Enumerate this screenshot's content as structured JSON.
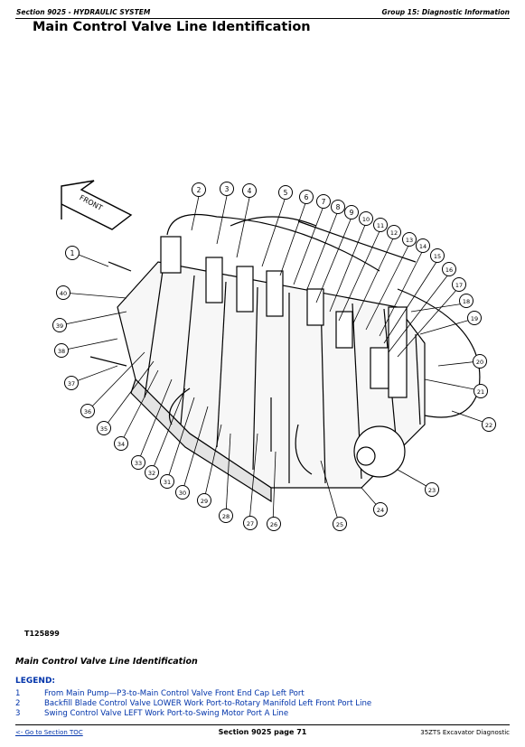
{
  "header": {
    "section": "Section 9025 - HYDRAULIC SYSTEM",
    "group": "Group 15: Diagnostic Information"
  },
  "page_title": "Main Control Valve Line Identification",
  "diagram": {
    "front_label": "FRONT",
    "callouts": [
      "1",
      "2",
      "3",
      "4",
      "5",
      "6",
      "7",
      "8",
      "9",
      "10",
      "11",
      "12",
      "13",
      "14",
      "15",
      "16",
      "17",
      "18",
      "19",
      "20",
      "21",
      "22",
      "23",
      "24",
      "25",
      "26",
      "27",
      "28",
      "29",
      "30",
      "31",
      "32",
      "33",
      "34",
      "35",
      "36",
      "37",
      "38",
      "39",
      "40"
    ],
    "figure_id": "T125899"
  },
  "caption": "Main Control Valve Line Identification",
  "legend": {
    "title": "LEGEND:",
    "items": [
      {
        "num": "1",
        "text": "From Main Pump—P3-to-Main Control Valve Front End Cap Left Port"
      },
      {
        "num": "2",
        "text": "Backfill Blade Control Valve LOWER Work Port-to-Rotary Manifold Left Front Port Line"
      },
      {
        "num": "3",
        "text": "Swing Control Valve LEFT Work Port-to-Swing Motor Port A Line"
      }
    ]
  },
  "footer": {
    "toc_link": "<- Go to Section TOC",
    "page": "Section 9025 page 71",
    "model": "35ZTS Excavator Diagnostic"
  }
}
